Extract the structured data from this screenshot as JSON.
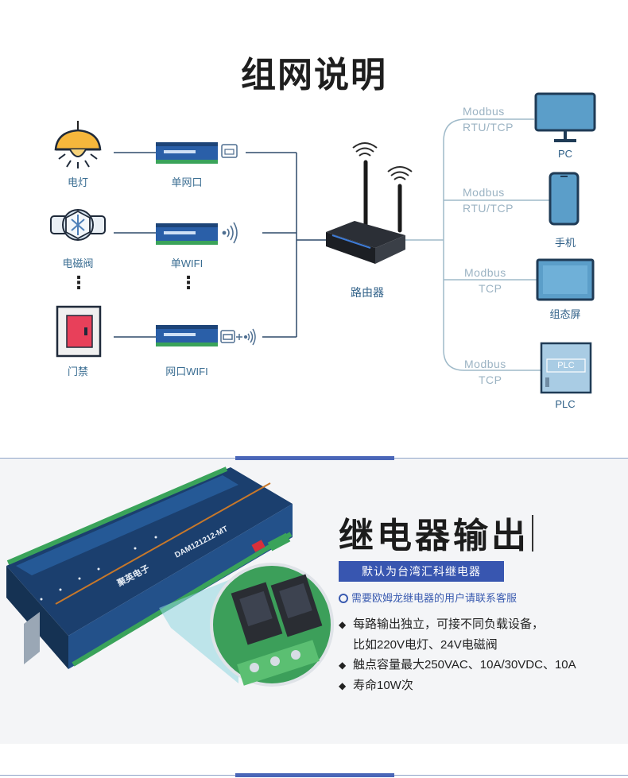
{
  "header": {
    "title": "组网说明"
  },
  "devices": [
    {
      "label": "电灯",
      "icon": "lamp-icon"
    },
    {
      "label": "电磁阀",
      "icon": "solenoid-valve-icon"
    },
    {
      "label": "门禁",
      "icon": "door-access-icon"
    }
  ],
  "device_ellipsis": "⋮",
  "modules": [
    {
      "label": "单网口",
      "icon": "ethernet-port-icon"
    },
    {
      "label": "单WIFI",
      "icon": "wifi-signal-icon"
    },
    {
      "label": "网口WIFI",
      "icon": "ethernet-wifi-icon"
    }
  ],
  "module_ellipsis": "⋮",
  "router": {
    "label": "路由器"
  },
  "clients": [
    {
      "protocol_line1": "Modbus",
      "protocol_line2": "RTU/TCP",
      "label": "PC",
      "icon": "monitor-icon"
    },
    {
      "protocol_line1": "Modbus",
      "protocol_line2": "RTU/TCP",
      "label": "手机",
      "icon": "phone-icon"
    },
    {
      "protocol_line1": "Modbus",
      "protocol_line2": "TCP",
      "label": "组态屏",
      "icon": "hmi-screen-icon"
    },
    {
      "protocol_line1": "Modbus",
      "protocol_line2": "TCP",
      "label": "PLC",
      "icon": "plc-icon",
      "screen_text": "PLC"
    }
  ],
  "relay": {
    "title": "继电器输出",
    "badge": "默认为台湾汇科继电器",
    "note": "需要欧姆龙继电器的用户请联系客服",
    "bullet_symbol": "◆",
    "bullets": [
      "每路输出独立，可接不同负载设备，",
      "比如220V电灯、24V电磁阀",
      "触点容量最大250VAC、10A/30VDC、10A",
      "寿命10W次"
    ],
    "product_brand": "聚英电子",
    "product_model": "DAM121212-MT"
  },
  "colors": {
    "link_line": "#2f4a6a",
    "client_line": "#9fbac9",
    "accent_blue": "#3856b0",
    "module_blue": "#2a5fa8",
    "terminal_green": "#3aa35a"
  }
}
